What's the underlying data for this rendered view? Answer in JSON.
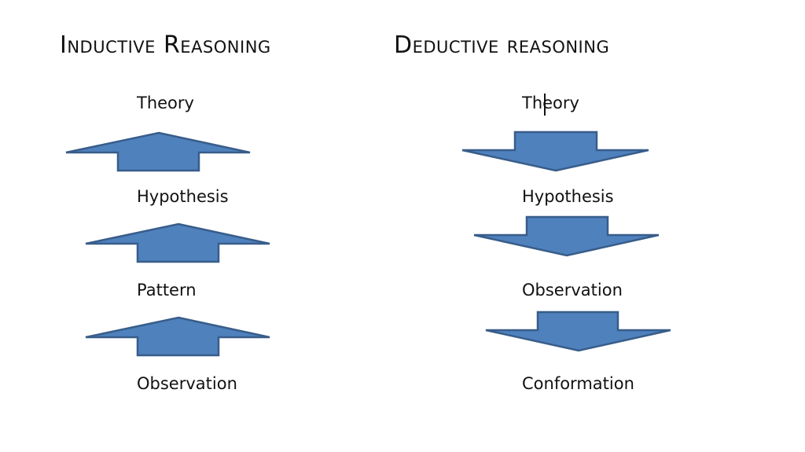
{
  "diagram": {
    "inductive": {
      "title": "Inductive Reasoning",
      "steps": [
        "Theory",
        "Hypothesis",
        "Pattern",
        "Observation"
      ],
      "arrow_direction": "up"
    },
    "deductive": {
      "title": "Deductive reasoning",
      "steps": [
        "Theory",
        "Hypothesis",
        "Observation",
        "Conformation"
      ],
      "arrow_direction": "down"
    }
  },
  "colors": {
    "arrow_fill": "#4f81bd",
    "arrow_stroke": "#385d8a",
    "text": "#111111",
    "background": "#ffffff"
  }
}
